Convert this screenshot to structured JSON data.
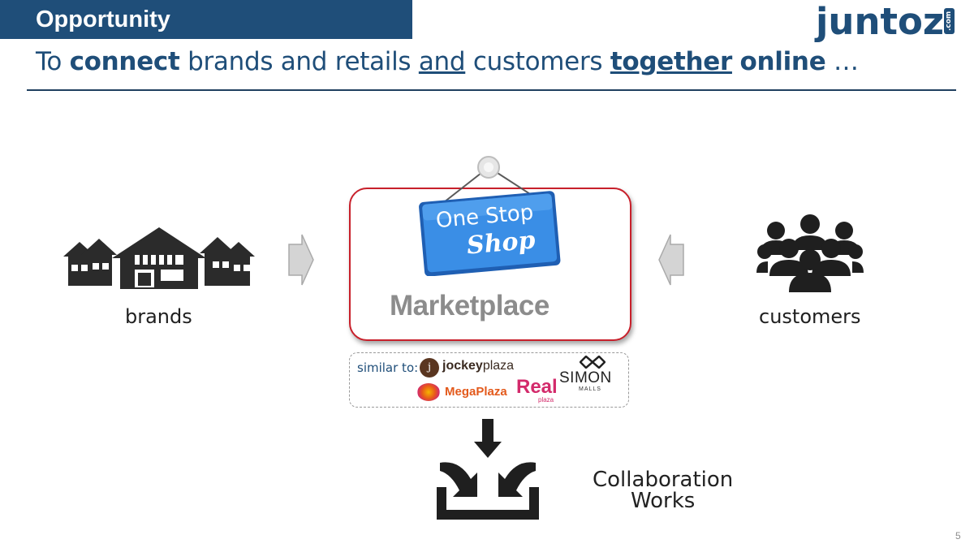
{
  "header": {
    "title": "Opportunity",
    "logo": "juntoz",
    "logo_suffix": ".com"
  },
  "subtitle": {
    "parts": [
      "To ",
      "connect",
      " brands and retails ",
      "and",
      " customers ",
      "together",
      " ",
      "online",
      " …"
    ]
  },
  "left": {
    "label": "brands",
    "icon": "houses-icon"
  },
  "right": {
    "label": "customers",
    "icon": "people-group-icon"
  },
  "center": {
    "sign_line1": "One Stop",
    "sign_line2": "Shop",
    "title": "Marketplace",
    "similar_label": "similar to:",
    "partners": {
      "jockey_bold": "jockey",
      "jockey_light": "plaza",
      "jockey_initial": "j",
      "megaplaza": "MegaPlaza",
      "real": "Real",
      "real_sub": "plaza",
      "simon": "SIMON",
      "simon_sub": "MALLS"
    }
  },
  "bottom": {
    "line1": "Collaboration",
    "line2": "Works",
    "icon": "merge-download-icon"
  },
  "page_number": "5",
  "colors": {
    "header_bg": "#1f4e79",
    "title_text": "#1f4e79",
    "box_border": "#c8202b",
    "sign_blue": "#2f7fd8",
    "arrow_gray": "#c9c9c9"
  }
}
